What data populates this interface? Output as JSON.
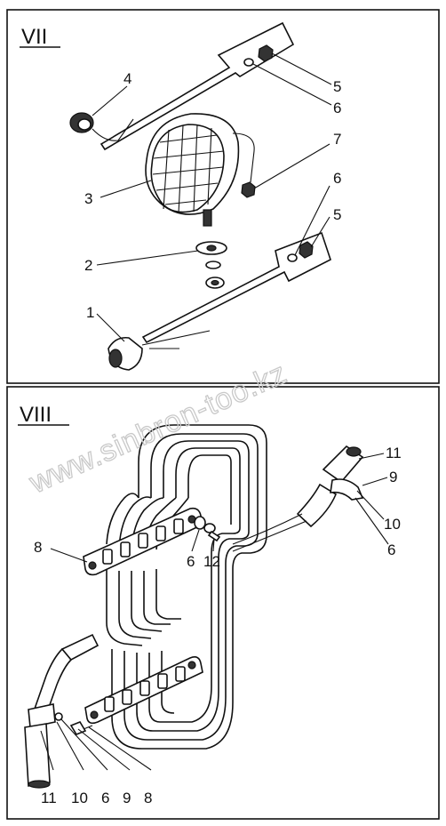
{
  "sections": {
    "top": {
      "label": "VII"
    },
    "bottom": {
      "label": "VIII"
    }
  },
  "watermark": "www.sinbron-too.kz",
  "callouts": {
    "vii": [
      "4",
      "5",
      "6",
      "7",
      "3",
      "6",
      "5",
      "2",
      "1"
    ],
    "viii": [
      "11",
      "9",
      "10",
      "6",
      "8",
      "6",
      "12",
      "11",
      "10",
      "6",
      "9",
      "8"
    ]
  }
}
